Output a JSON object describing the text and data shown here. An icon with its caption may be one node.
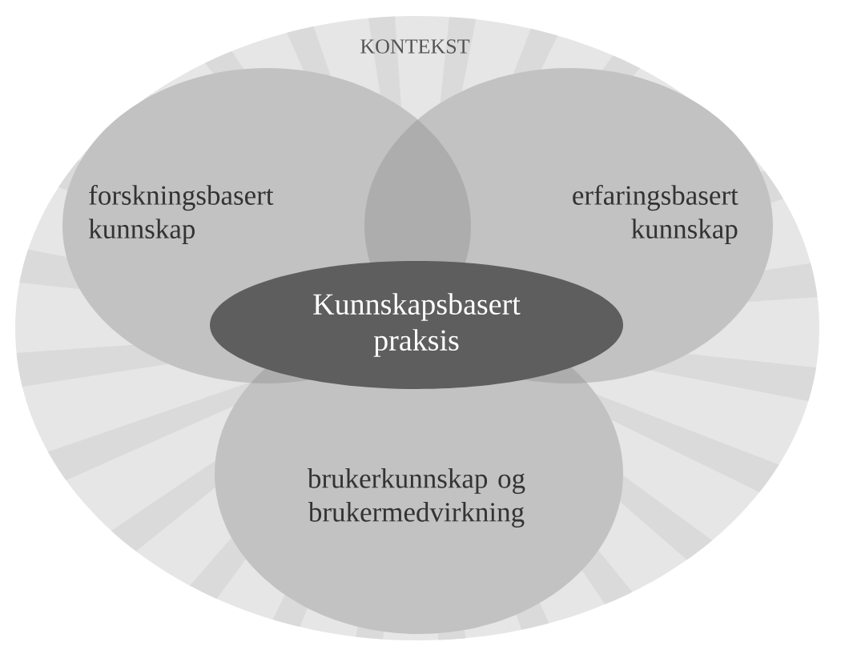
{
  "diagram": {
    "nodes": [
      {
        "text": [
          "KONTEKST"
        ]
      },
      {
        "text": [
          "forskningsbasert kunnskap"
        ],
        "in": 0
      },
      {
        "text": [
          "erfaringsbasert kunnskap"
        ],
        "in": 0
      },
      {
        "text": [
          "brukerkunnskap og brukermedvirkning"
        ],
        "in": 0
      },
      {
        "text": [
          "Kunnskapsbasert praksis"
        ],
        "in": 0
      }
    ]
  }
}
